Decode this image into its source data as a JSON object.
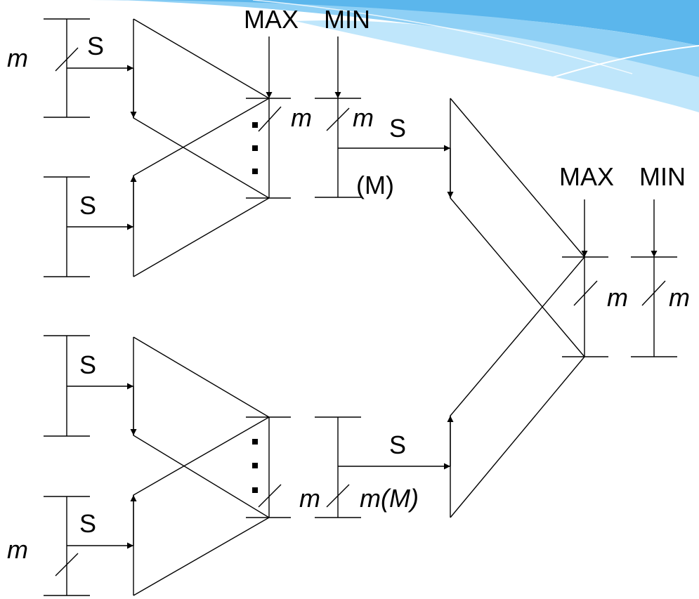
{
  "stage1": {
    "inputs": {
      "in1": {
        "width": "m",
        "label": "S"
      },
      "in2": {
        "label": "S"
      },
      "in3": {
        "label": "S"
      },
      "in4": {
        "width": "m",
        "label": "S"
      }
    },
    "top_block": {
      "control_max": "MAX",
      "control_min": "MIN",
      "out_width_max": "m",
      "out_width_min": "m",
      "select_label": "S",
      "signal_note": "(M)"
    },
    "bottom_block": {
      "select_label": "S",
      "out_width_max": "m",
      "out_width_min": "m(M)"
    }
  },
  "stage2": {
    "control_max": "MAX",
    "control_min": "MIN",
    "out_width_max": "m",
    "out_width_min": "m"
  },
  "colors": {
    "banner_light": "#bfe6fb",
    "banner_mid": "#8fd0f5",
    "banner_dark": "#5bb6ec"
  }
}
